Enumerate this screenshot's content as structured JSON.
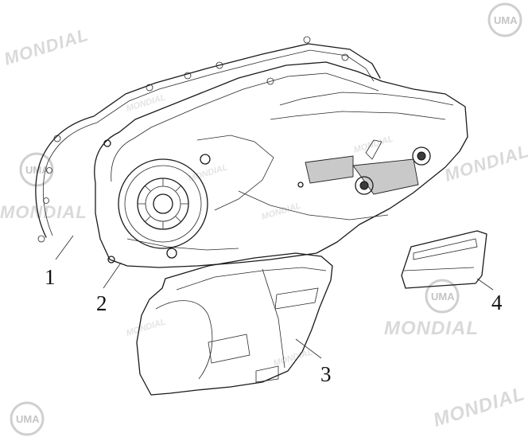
{
  "callouts": [
    {
      "id": "1",
      "label": "1"
    },
    {
      "id": "2",
      "label": "2"
    },
    {
      "id": "3",
      "label": "3"
    },
    {
      "id": "4",
      "label": "4"
    }
  ],
  "watermark": {
    "brand_text": "MONDIAL",
    "logo_text": "UMA"
  }
}
